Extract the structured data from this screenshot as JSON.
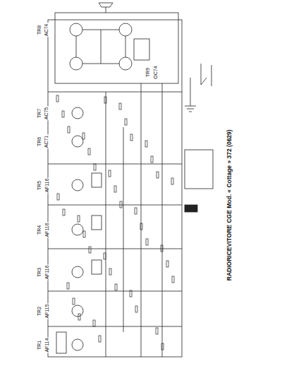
{
  "diagram": {
    "title": "RADIORICEVITORE CGE Mod. « Cottage » 372 (0629)",
    "labels": [
      "TR8",
      "AC74",
      "TR9",
      "OC74",
      "TR7",
      "AC75",
      "TR6",
      "AC71",
      "TR5",
      "AF116",
      "TR4",
      "AF116",
      "TR3",
      "AF116",
      "TR2",
      "AF115",
      "TR1",
      "AF114"
    ]
  }
}
